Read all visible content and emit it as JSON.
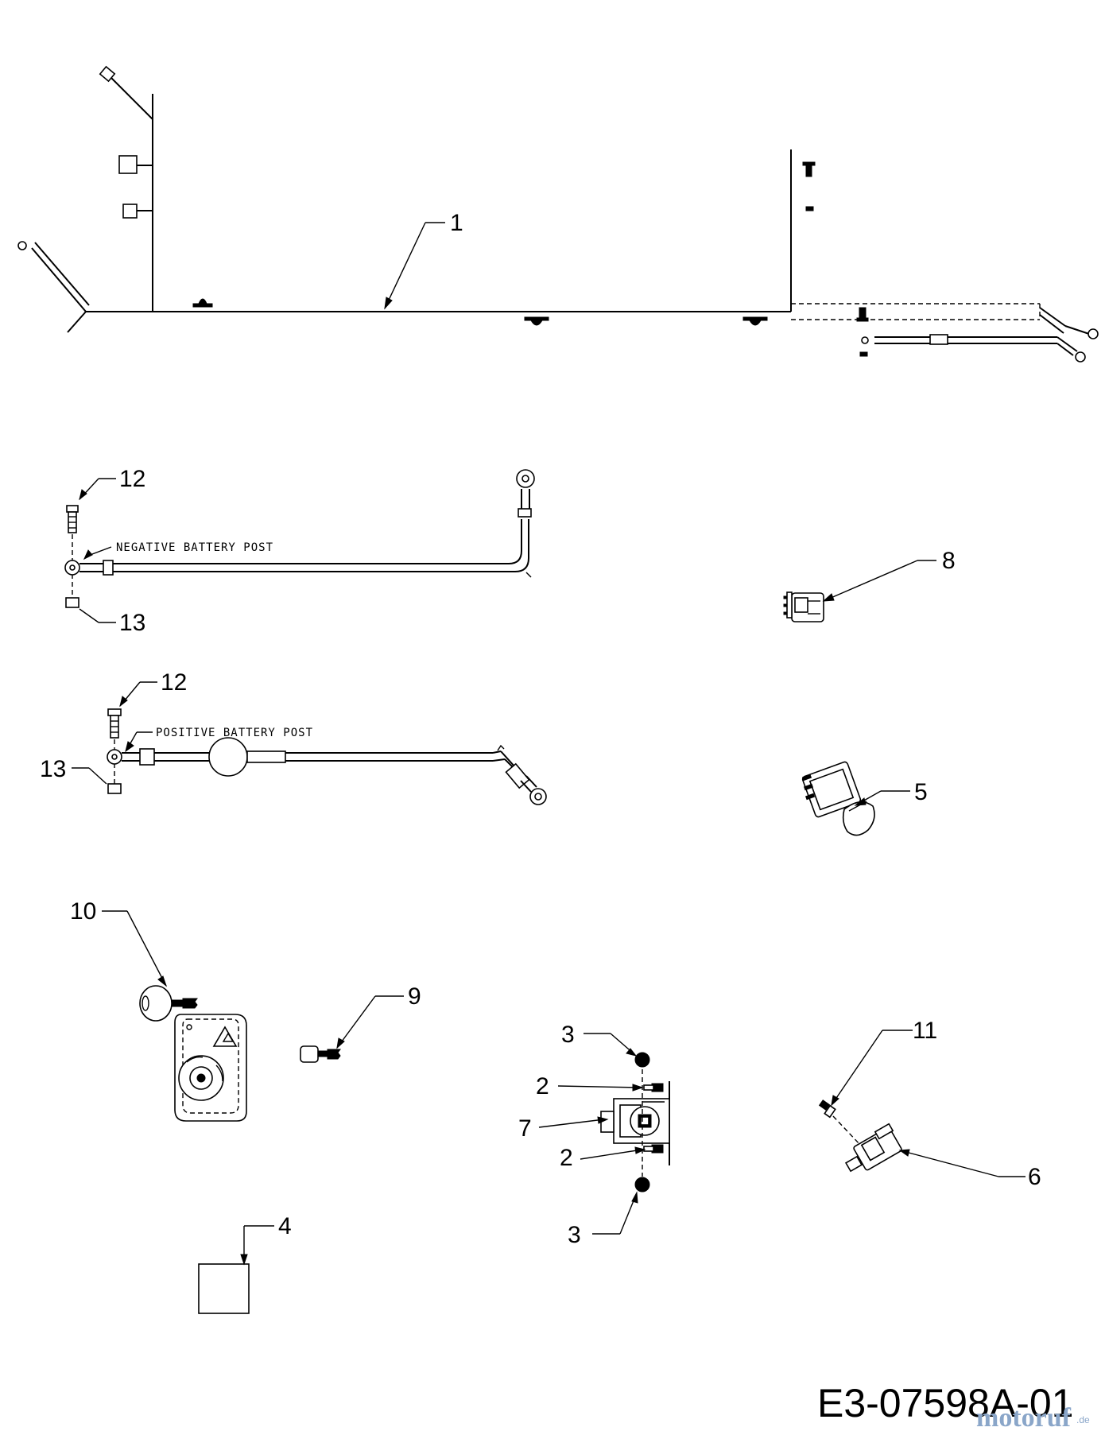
{
  "callouts": {
    "p1": "1",
    "p2a": "2",
    "p2b": "2",
    "p3a": "3",
    "p3b": "3",
    "p4": "4",
    "p5": "5",
    "p6": "6",
    "p7": "7",
    "p8": "8",
    "p9": "9",
    "p10": "10",
    "p11": "11",
    "p12a": "12",
    "p12b": "12",
    "p13a": "13",
    "p13b": "13"
  },
  "notes": {
    "negative": "NEGATIVE BATTERY POST",
    "positive": "POSITIVE BATTERY POST"
  },
  "drawing_number": "E3-07598A-01",
  "watermark": {
    "name": "motoruf",
    "suffix": ".de",
    "color": "#8aa6c9"
  }
}
